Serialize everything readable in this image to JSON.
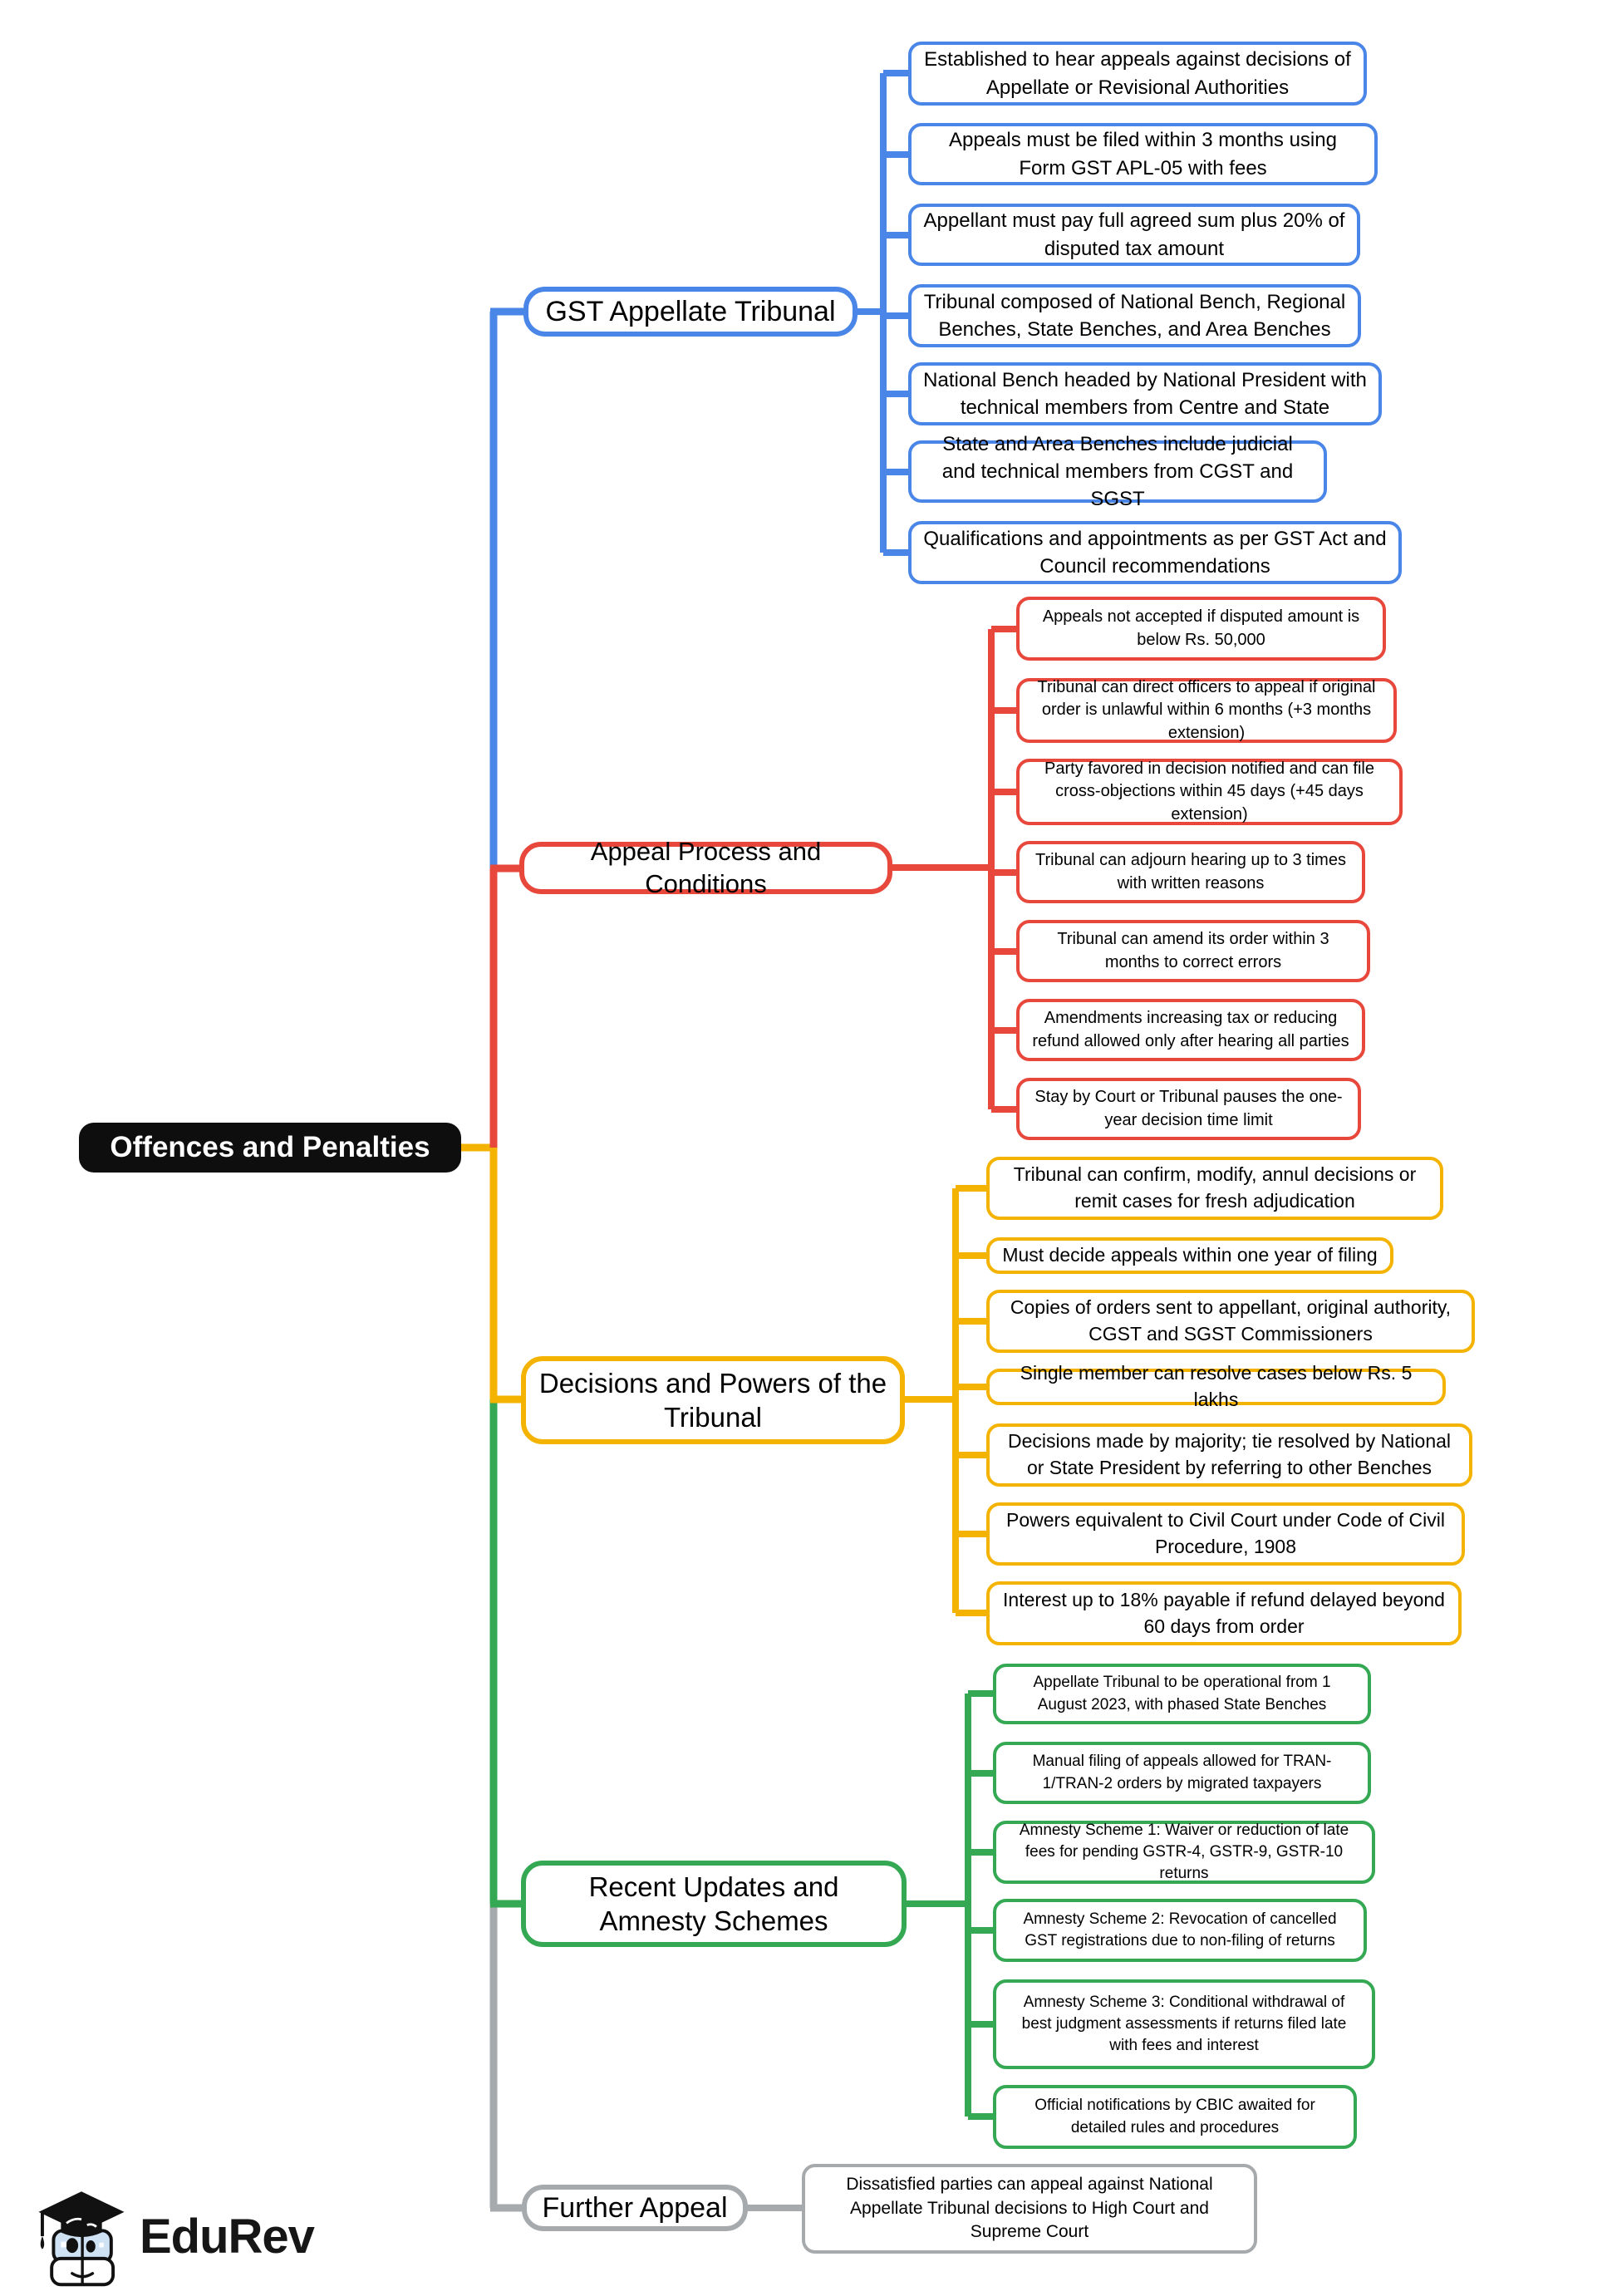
{
  "root": {
    "label": "Offences and Penalties"
  },
  "branches": [
    {
      "label": "GST Appellate Tribunal",
      "color": "#4a86e8",
      "children": [
        "Established to hear appeals against decisions of Appellate or Revisional Authorities",
        "Appeals must be filed within 3 months using Form GST APL-05 with fees",
        "Appellant must pay full agreed sum plus 20% of disputed tax amount",
        "Tribunal composed of National Bench, Regional Benches, State Benches, and Area Benches",
        "National Bench headed by National President with technical members from Centre and State",
        "State and Area Benches include judicial and technical members from CGST and SGST",
        "Qualifications and appointments as per GST Act and Council recommendations"
      ]
    },
    {
      "label": "Appeal Process and Conditions",
      "color": "#e8473b",
      "children": [
        "Appeals not accepted if disputed amount is below Rs. 50,000",
        "Tribunal can direct officers to appeal if original order is unlawful within 6 months (+3 months extension)",
        "Party favored in decision notified and can file cross-objections within 45 days (+45 days extension)",
        "Tribunal can adjourn hearing up to 3 times with written reasons",
        "Tribunal can amend its order within 3 months to correct errors",
        "Amendments increasing tax or reducing refund allowed only after hearing all parties",
        "Stay by Court or Tribunal pauses the one-year decision time limit"
      ]
    },
    {
      "label": "Decisions and Powers of the Tribunal",
      "color": "#f5b301",
      "children": [
        "Tribunal can confirm, modify, annul decisions or remit cases for fresh adjudication",
        "Must decide appeals within one year of filing",
        "Copies of orders sent to appellant, original authority, CGST and SGST Commissioners",
        "Single member can resolve cases below Rs. 5 lakhs",
        "Decisions made by majority; tie resolved by National or State President by referring to other Benches",
        "Powers equivalent to Civil Court under Code of Civil Procedure, 1908",
        "Interest up to 18% payable if refund delayed beyond 60 days from order"
      ]
    },
    {
      "label": "Recent Updates and Amnesty Schemes",
      "color": "#34a853",
      "children": [
        "Appellate Tribunal to be operational from 1 August 2023, with phased State Benches",
        "Manual filing of appeals allowed for TRAN-1/TRAN-2 orders by migrated taxpayers",
        "Amnesty Scheme 1: Waiver or reduction of late fees for pending GSTR-4, GSTR-9, GSTR-10 returns",
        "Amnesty Scheme 2: Revocation of cancelled GST registrations due to non-filing of returns",
        "Amnesty Scheme 3: Conditional withdrawal of best judgment assessments if returns filed late with fees and interest",
        "Official notifications by CBIC awaited for detailed rules and procedures"
      ]
    },
    {
      "label": "Further Appeal",
      "color": "#a6aaad",
      "children": [
        "Dissatisfied parties can appeal against National Appellate Tribunal decisions to High Court and Supreme Court"
      ]
    }
  ],
  "colors": {
    "root_background": "#0e0e0e",
    "root_text": "#ffffff",
    "branch_blue": "#4a86e8",
    "branch_red": "#e8473b",
    "branch_yellow": "#f5b301",
    "branch_green": "#34a853",
    "branch_gray": "#a6aaad",
    "node_text": "#000000"
  },
  "logo": {
    "text": "EduRev"
  }
}
